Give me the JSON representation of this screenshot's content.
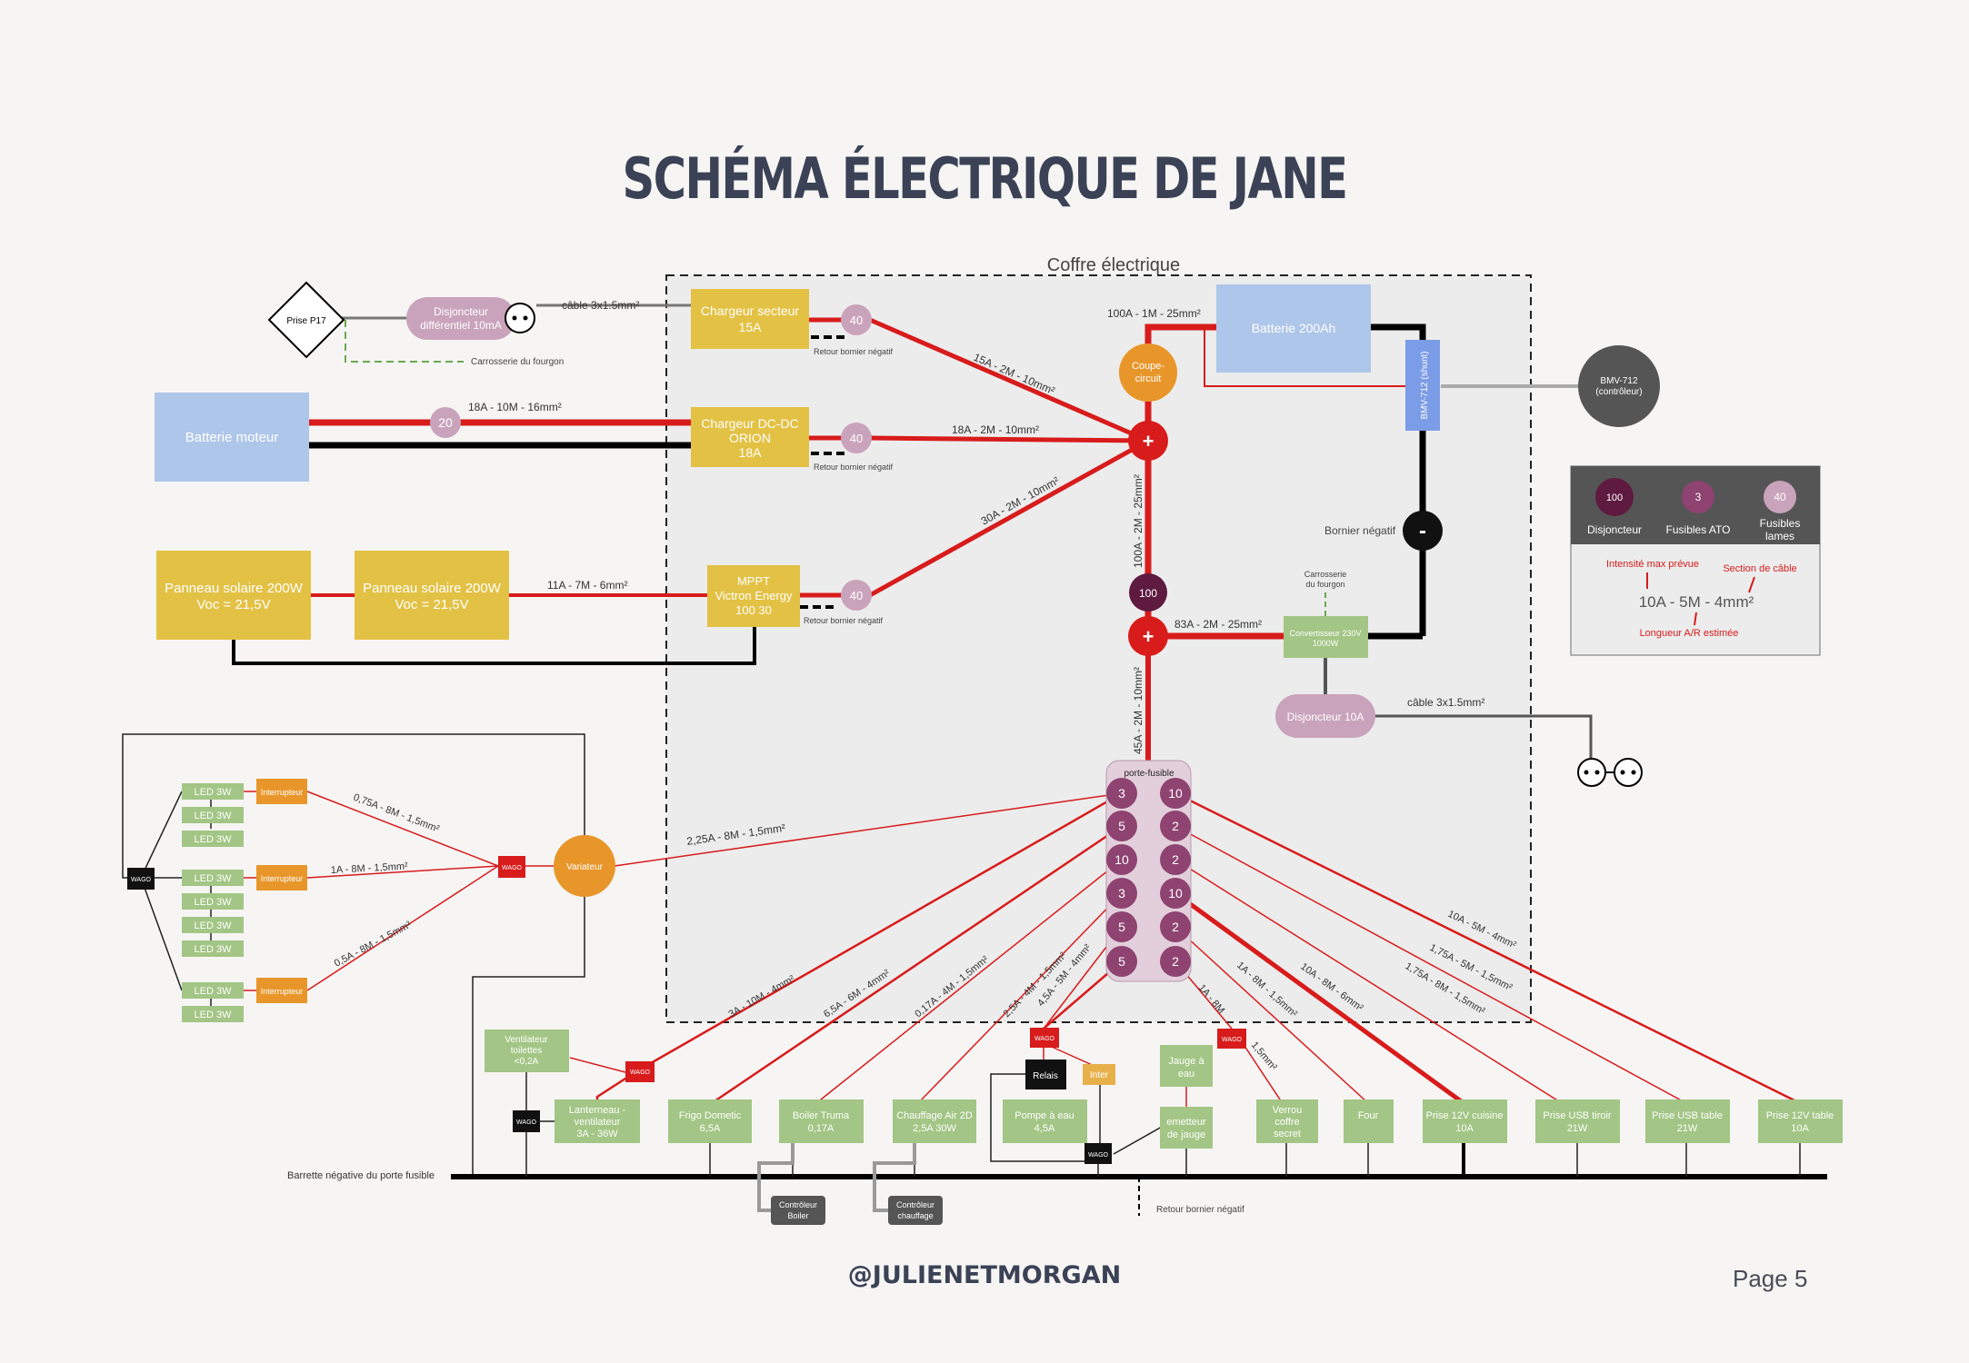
{
  "title": "SCHÉMA ÉLECTRIQUE DE JANE",
  "footer": {
    "handle": "@JULIENETMORGAN",
    "page": "Page 5"
  },
  "colors": {
    "positive": "#d81b1b",
    "negative": "#000000",
    "title": "#3b4256",
    "component": "#a3c585",
    "charger": "#e3c144",
    "battery": "#aec6e9",
    "fuse": "#8e4371",
    "breaker": "#5e1a3f",
    "fuse_blade": "#c9a3bb"
  },
  "box": {
    "label": "Coffre électrique"
  },
  "components": {
    "prise": "Prise P17",
    "diff_l1": "Disjoncteur",
    "diff_l2": "différentiel 10mA",
    "carrosserie_fourgon": "Carrosserie du fourgon",
    "cable_top": "câble 3x1.5mm²",
    "chargeur_secteur_l1": "Chargeur secteur",
    "chargeur_secteur_l2": "15A",
    "batterie_moteur": "Batterie moteur",
    "cable_moteur": "18A - 10M - 16mm²",
    "fuse_moteur": "20",
    "chargeur_dcdc_l1": "Chargeur DC-DC",
    "chargeur_dcdc_l2": "ORION",
    "chargeur_dcdc_l3": "18A",
    "panneau_l1": "Panneau solaire 200W",
    "panneau_l2": "Voc = 21,5V",
    "cable_solaire": "11A - 7M - 6mm²",
    "mppt_l1": "MPPT",
    "mppt_l2": "Victron Energy",
    "mppt_l3": "100 30",
    "retour_bornier": "Retour bornier négatif",
    "fuse_40": "40",
    "cable_15a": "15A - 2M - 10mm²",
    "cable_18a": "18A - 2M - 10mm²",
    "cable_30a": "30A - 2M - 10mm²",
    "cable_100a_top": "100A - 1M - 25mm²",
    "coupe_l1": "Coupe-",
    "coupe_l2": "circuit",
    "batterie_200": "Batterie 200Ah",
    "shunt": "BMV-712 (shunt)",
    "bmv_l1": "BMV-712",
    "bmv_l2": "(contrôleur)",
    "plus": "+",
    "minus": "-",
    "bornier_negatif": "Bornier négatif",
    "cable_100a_vert": "100A - 2M - 25mm²",
    "breaker_100": "100",
    "cable_83a": "83A - 2M - 25mm²",
    "carrosserie2_l1": "Carrosserie",
    "carrosserie2_l2": "du fourgon",
    "convertisseur_l1": "Convertisseur 230V",
    "convertisseur_l2": "1000W",
    "disjoncteur_10a": "Disjoncteur 10A",
    "cable_bottom": "câble 3x1.5mm²",
    "cable_45a": "45A - 2M - 10mm²",
    "porte_fusible": "porte-fusible",
    "fuses_left": [
      "3",
      "5",
      "10",
      "3",
      "5",
      "5"
    ],
    "fuses_right": [
      "10",
      "2",
      "2",
      "10",
      "2",
      "2"
    ]
  },
  "legend": {
    "disj_val": "100",
    "disj": "Disjoncteur",
    "ato_val": "3",
    "ato": "Fusibles ATO",
    "lames_val": "40",
    "lames_l1": "Fusibles",
    "lames_l2": "lames",
    "intensite": "Intensité max prévue",
    "section": "Section de câble",
    "example": "10A - 5M - 4mm²",
    "longueur": "Longueur A/R estimée"
  },
  "lighting": {
    "led": "LED 3W",
    "interrupteur": "Interrupteur",
    "wago": "WAGO",
    "variateur": "Variateur",
    "cable_075": "0,75A - 8M - 1,5mm²",
    "cable_1a": "1A - 8M - 1,5mm²",
    "cable_05": "0,5A - 8M - 1,5mm²",
    "cable_225": "2,25A - 8M - 1,5mm²"
  },
  "cables_out": {
    "c3a": "3A - 10M - 4mm²",
    "c65a": "6,5A - 6M - 4mm²",
    "c017": "0,17A - 4M - 1,5mm²",
    "c25": "2,5A - 4M - 1,5mm²",
    "c45": "4,5A - 5M - 4mm²",
    "c1a8m": "1A - 8M",
    "c15mm": "1,5mm²",
    "c1a": "1A - 8M - 1,5mm²",
    "c10a8": "10A - 8M - 6mm²",
    "c175a": "1,75A - 8M - 1,5mm²",
    "c175b": "1,75A - 5M - 1,5mm²",
    "c10a5": "10A - 5M - 4mm²"
  },
  "loads": {
    "ventilateur_l1": "Ventilateur",
    "ventilateur_l2": "toilettes",
    "ventilateur_l3": "<0,2A",
    "lanterneau_l1": "Lanterneau -",
    "lanterneau_l2": "ventilateur",
    "lanterneau_l3": "3A - 36W",
    "frigo_l1": "Frigo Dometic",
    "frigo_l2": "6,5A",
    "boiler_l1": "Boiler Truma",
    "boiler_l2": "0,17A",
    "chauffage_l1": "Chauffage Air 2D",
    "chauffage_l2": "2,5A 30W",
    "relais": "Relais",
    "inter": "Inter",
    "pompe_l1": "Pompe à eau",
    "pompe_l2": "4,5A",
    "jauge_l1": "Jauge à",
    "jauge_l2": "eau",
    "emetteur_l1": "emetteur",
    "emetteur_l2": "de jauge",
    "verrou_l1": "Verrou",
    "verrou_l2": "coffre",
    "verrou_l3": "secret",
    "four": "Four",
    "prise_cuisine_l1": "Prise 12V cuisine",
    "prise_cuisine_l2": "10A",
    "usb_tiroir_l1": "Prise USB tiroir",
    "usb_tiroir_l2": "21W",
    "usb_table_l1": "Prise USB table",
    "usb_table_l2": "21W",
    "prise_table_l1": "Prise 12V table",
    "prise_table_l2": "10A",
    "ctrl_boiler_l1": "Contrôleur",
    "ctrl_boiler_l2": "Boiler",
    "ctrl_chauffage_l1": "Contrôleur",
    "ctrl_chauffage_l2": "chauffage",
    "barrette": "Barrette négative du porte fusible",
    "retour_bornier": "Retour bornier négatif"
  }
}
